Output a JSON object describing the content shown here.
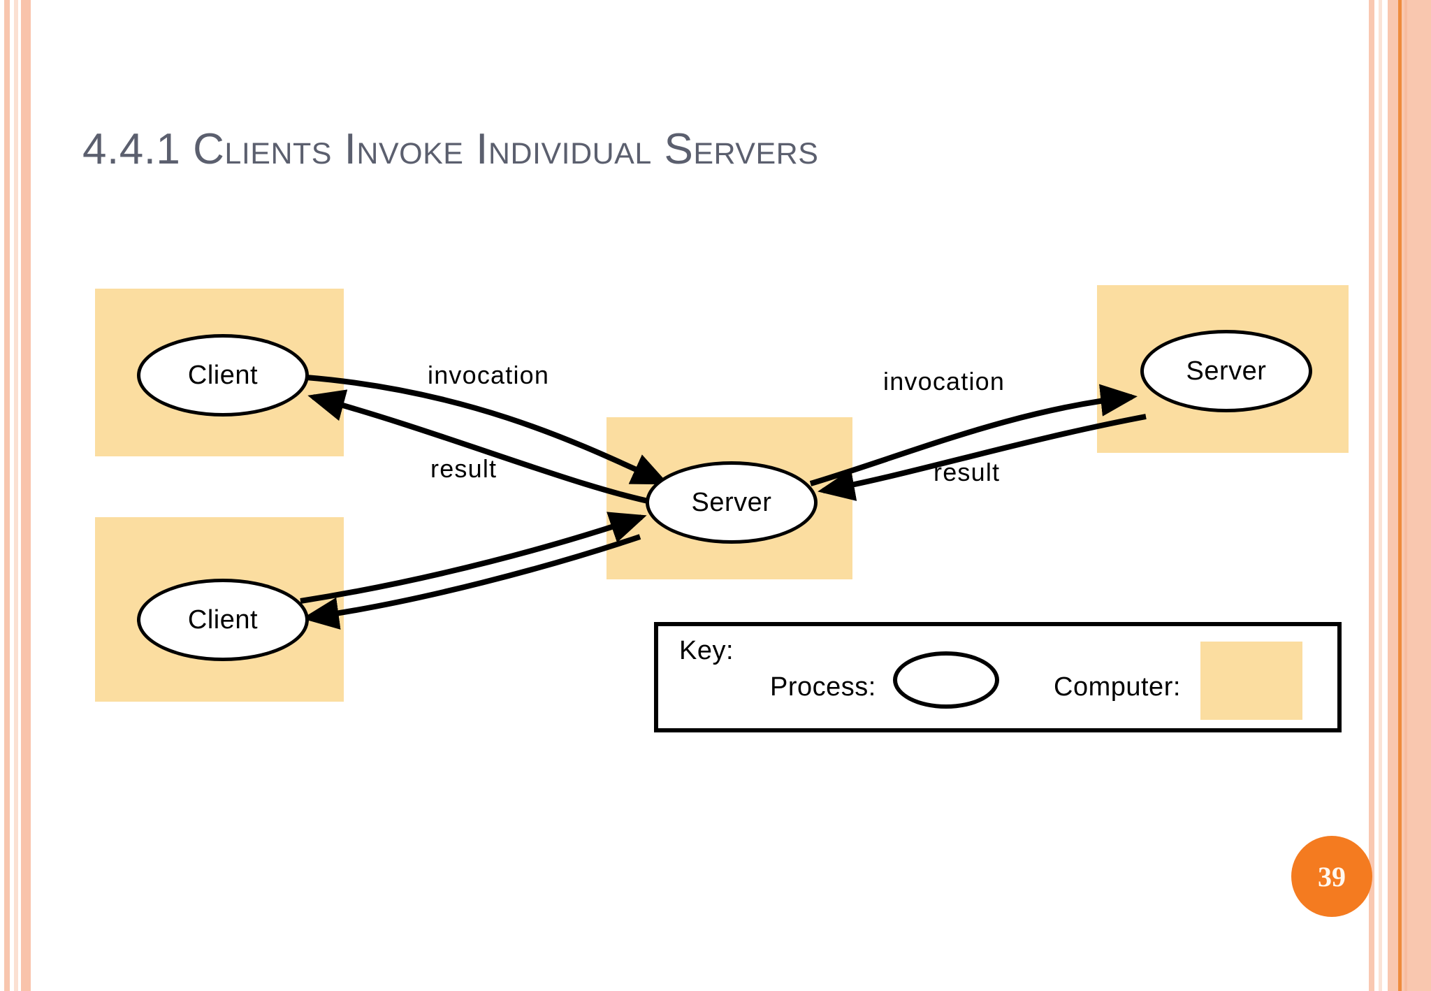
{
  "slide": {
    "title_number": "4.4.1 ",
    "title_text": "Clients Invoke Individual Servers",
    "page_number": "39",
    "accent_orange": "#F47B20",
    "computer_fill": "#FBDDA0",
    "title_color": "#5B5F6E"
  },
  "diagram": {
    "type": "node-edge",
    "nodes": [
      {
        "id": "client-top",
        "label": "Client",
        "role": "process"
      },
      {
        "id": "client-bottom",
        "label": "Client",
        "role": "process"
      },
      {
        "id": "server-middle",
        "label": "Server",
        "role": "process"
      },
      {
        "id": "server-right",
        "label": "Server",
        "role": "process"
      }
    ],
    "edges": [
      {
        "from": "client-top",
        "to": "server-middle",
        "label": "invocation"
      },
      {
        "from": "server-middle",
        "to": "client-top",
        "label": "result"
      },
      {
        "from": "client-bottom",
        "to": "server-middle",
        "label": ""
      },
      {
        "from": "server-middle",
        "to": "client-bottom",
        "label": ""
      },
      {
        "from": "server-middle",
        "to": "server-right",
        "label": "invocation"
      },
      {
        "from": "server-right",
        "to": "server-middle",
        "label": "result"
      }
    ],
    "labels": {
      "invocation_left": "invocation",
      "result_left": "result",
      "invocation_right": "invocation",
      "result_right": "result"
    }
  },
  "key": {
    "title": "Key:",
    "process_label": "Process:",
    "computer_label": "Computer:"
  }
}
